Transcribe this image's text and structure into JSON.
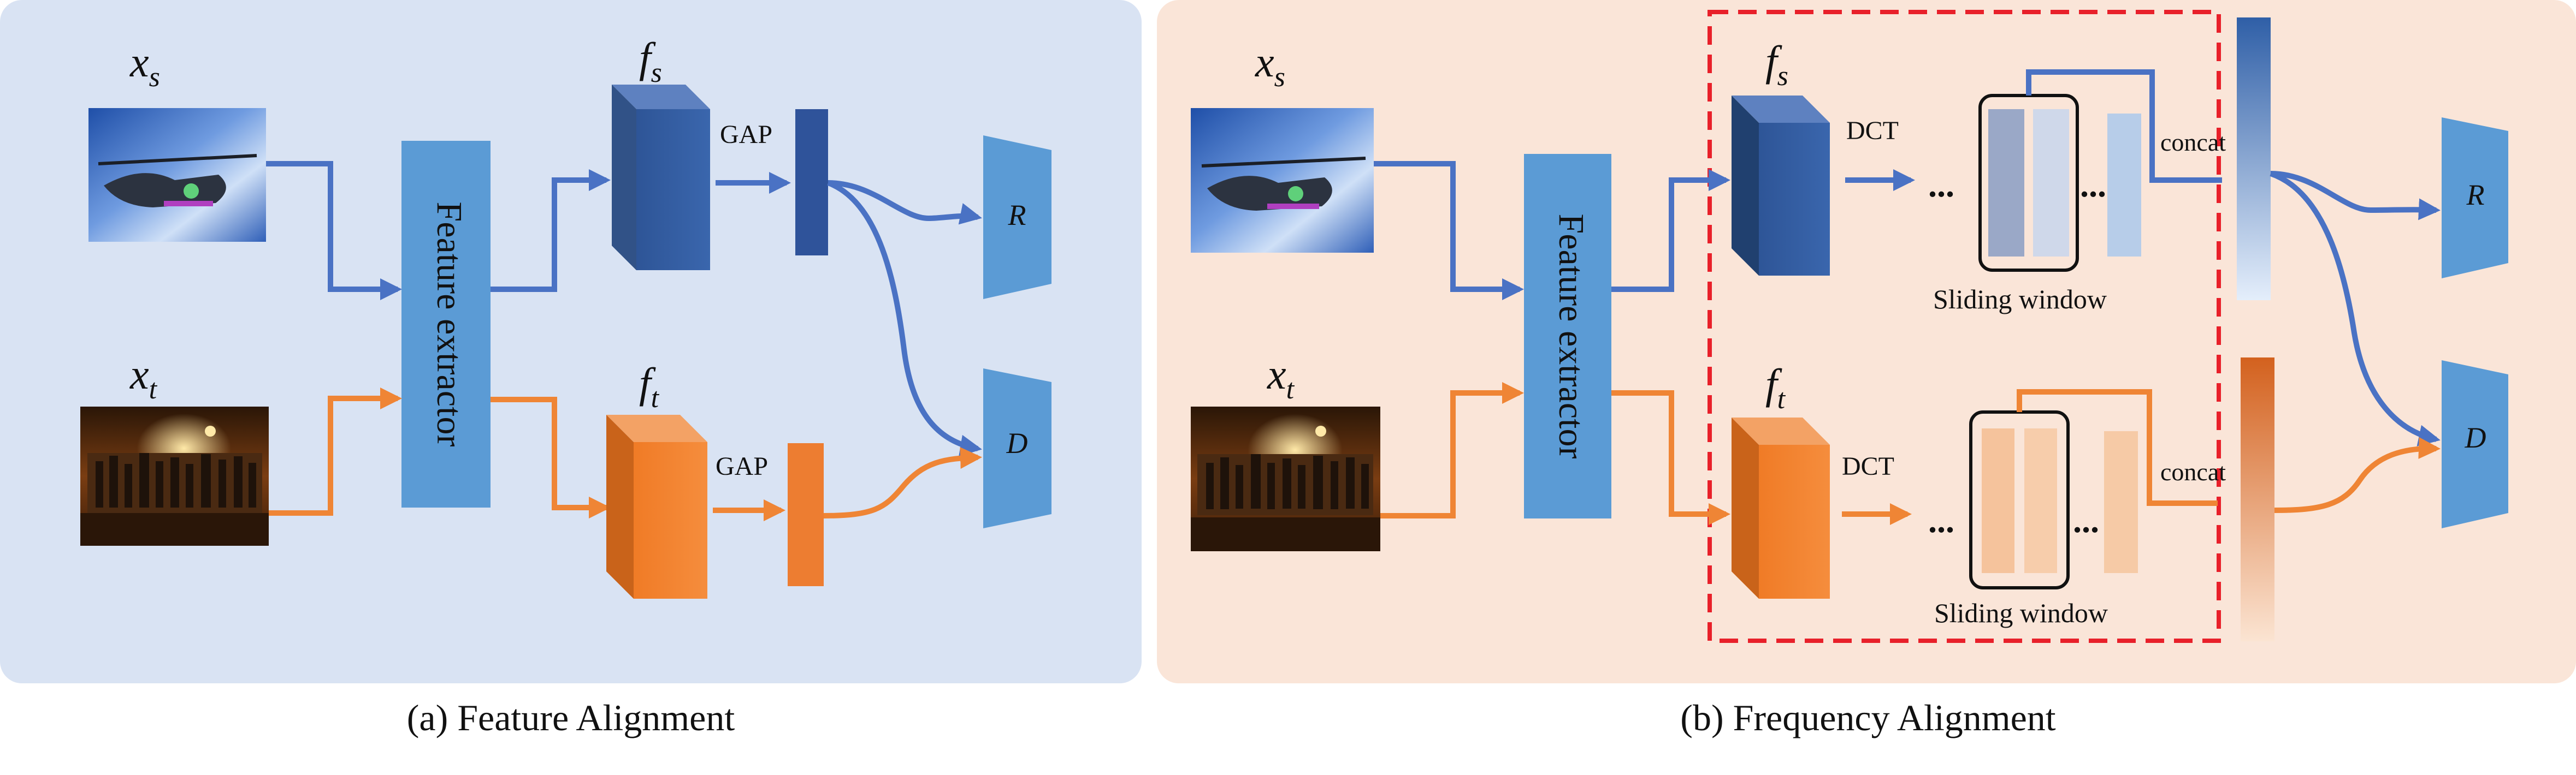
{
  "panels": {
    "a": {
      "caption": "(a) Feature Alignment",
      "background": "#d9e3f3",
      "source_input": {
        "symbol": "x",
        "subscript": "s"
      },
      "target_input": {
        "symbol": "x",
        "subscript": "t"
      },
      "extractor_label": "Feature extractor",
      "source_feature": {
        "symbol": "f",
        "subscript": "s"
      },
      "target_feature": {
        "symbol": "f",
        "subscript": "t"
      },
      "pool_label_top": "GAP",
      "pool_label_bottom": "GAP",
      "head_r": "R",
      "head_d": "D"
    },
    "b": {
      "caption": "(b) Frequency Alignment",
      "background": "#fae5d8",
      "source_input": {
        "symbol": "x",
        "subscript": "s"
      },
      "target_input": {
        "symbol": "x",
        "subscript": "t"
      },
      "extractor_label": "Feature extractor",
      "source_feature": {
        "symbol": "f",
        "subscript": "s"
      },
      "target_feature": {
        "symbol": "f",
        "subscript": "t"
      },
      "transform_label_top": "DCT",
      "transform_label_bottom": "DCT",
      "ellipsis": "...",
      "window_label_top": "Sliding window",
      "window_label_bottom": "Sliding window",
      "concat_label_top": "concat",
      "concat_label_bottom": "concat",
      "head_r": "R",
      "head_d": "D"
    }
  },
  "colors": {
    "source_stream": "#4a72c4",
    "target_stream": "#ef8535",
    "extractor": "#5b9bd5",
    "head": "#5b9bd5",
    "source_feature_front": "#2e5597",
    "source_feature_side": "#20406f",
    "source_feature_top": "#5e81c0",
    "target_feature_front": "#f07b26",
    "target_feature_side": "#c9631a",
    "target_feature_top": "#f3a265",
    "pooled_source": "#2f539a",
    "pooled_target": "#ed7d31",
    "highlight_box": "#e8202a"
  }
}
